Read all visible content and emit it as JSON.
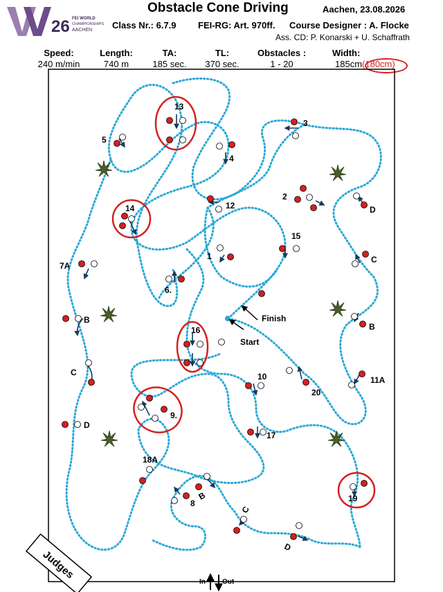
{
  "header": {
    "title": "Obstacle Cone Driving",
    "place_date": "Aachen, 23.08.2026",
    "class_nr": "Class Nr.: 6.7.9",
    "fei_rg": "FEI-RG: Art. 970ff.",
    "course_designer": "Course Designer : A. Flocke",
    "assistants": "Ass. CD: P. Konarski +  U. Schaffrath",
    "logo_number": "26",
    "logo_text_1": "FEI WORLD",
    "logo_text_2": "CHAMPIONSHIPS",
    "logo_text_3": "AACHEN"
  },
  "info": {
    "speed_label": "Speed:",
    "speed_value": "240 m/min",
    "length_label": "Length:",
    "length_value": "740 m",
    "ta_label": "TA:",
    "ta_value": "185 sec.",
    "tl_label": "TL:",
    "tl_value": "370 sec.",
    "obstacles_label": "Obstacles :",
    "obstacles_value": "1 - 20",
    "width_label": "Width:",
    "width_value": "185cm",
    "width_alt": "(180cm)"
  },
  "course": {
    "start_label": "Start",
    "finish_label": "Finish",
    "judges_label": "Judges",
    "in_label": "In",
    "out_label": "Out",
    "colors": {
      "route": "#2aa8d8",
      "cone_red": "#d42020",
      "highlight": "#d42020",
      "plant": "#4a5e2a"
    }
  },
  "obstacles": [
    {
      "id": "o1",
      "label": "1"
    },
    {
      "id": "o2",
      "label": "2"
    },
    {
      "id": "o3",
      "label": "3"
    },
    {
      "id": "o4",
      "label": "4"
    },
    {
      "id": "o5",
      "label": "5"
    },
    {
      "id": "o6",
      "label": "6."
    },
    {
      "id": "o7a",
      "label": "7A"
    },
    {
      "id": "o7b",
      "label": "B"
    },
    {
      "id": "o7c",
      "label": "C"
    },
    {
      "id": "o7d",
      "label": "D"
    },
    {
      "id": "o8",
      "label": "8"
    },
    {
      "id": "o8b",
      "label": "B"
    },
    {
      "id": "o8c",
      "label": "C"
    },
    {
      "id": "o8d",
      "label": "D"
    },
    {
      "id": "o9",
      "label": "9."
    },
    {
      "id": "o10",
      "label": "10"
    },
    {
      "id": "o11a",
      "label": "11A"
    },
    {
      "id": "o11b",
      "label": "B"
    },
    {
      "id": "o11c",
      "label": "C"
    },
    {
      "id": "o11d",
      "label": "D"
    },
    {
      "id": "o12",
      "label": "12"
    },
    {
      "id": "o13",
      "label": "13"
    },
    {
      "id": "o14",
      "label": "14"
    },
    {
      "id": "o15",
      "label": "15"
    },
    {
      "id": "o16",
      "label": "16"
    },
    {
      "id": "o17",
      "label": "17"
    },
    {
      "id": "o18a",
      "label": "18A"
    },
    {
      "id": "o19",
      "label": "19"
    },
    {
      "id": "o20",
      "label": "20"
    }
  ]
}
